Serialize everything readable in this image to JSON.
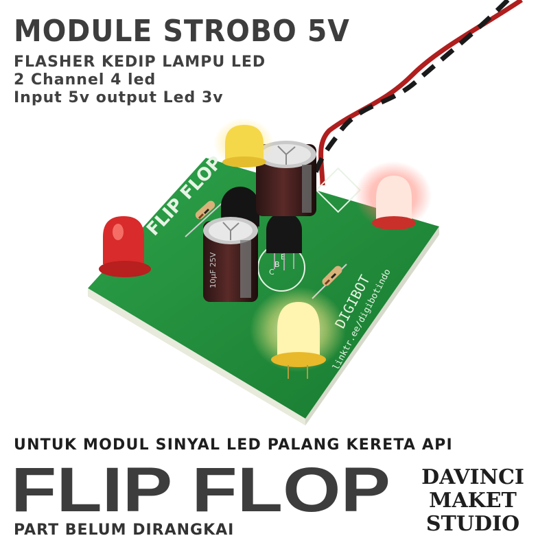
{
  "header": {
    "title": "MODULE STROBO 5V",
    "subtitle_lines": [
      "FLASHER KEDIP LAMPU LED",
      "2 Channel 4 led",
      "Input 5v output Led 3v"
    ]
  },
  "board": {
    "silkscreen_title": "FLIP FLOP",
    "brand_print": "DIGIBOT",
    "link_print": "linktr.ee/digibotindo",
    "pin_labels": [
      "C",
      "B",
      "E"
    ],
    "cap_print": "10µF 25V",
    "colors": {
      "pcb": "#1f8a3a",
      "led_yellow": "#f5d74a",
      "led_red": "#d92b2b",
      "led_lit": "#fff4b0",
      "wire_red": "#b01e1e",
      "wire_black": "#1a1a1a"
    }
  },
  "footer": {
    "tagline": "UNTUK MODUL SINYAL LED PALANG KERETA API",
    "product_name": "FLIP FLOP",
    "note": "PART BELUM DIRANGKAI"
  },
  "studio": {
    "lines": [
      "DAVINCI",
      "MAKET",
      "STUDIO"
    ]
  }
}
